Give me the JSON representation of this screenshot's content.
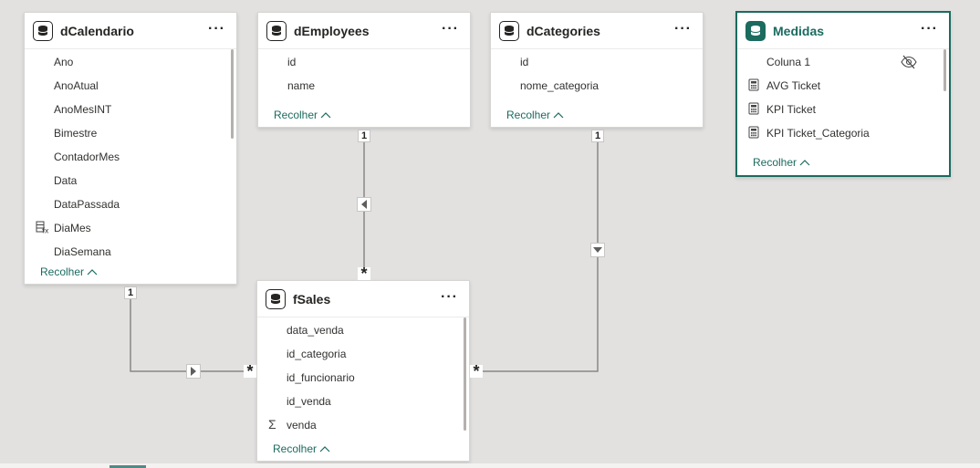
{
  "tables": {
    "dCalendario": {
      "title": "dCalendario",
      "more": "···",
      "fields": [
        "Ano",
        "AnoAtual",
        "AnoMesINT",
        "Bimestre",
        "ContadorMes",
        "Data",
        "DataPassada",
        "DiaMes",
        "DiaSemana"
      ],
      "collapse": "Recolher"
    },
    "dEmployees": {
      "title": "dEmployees",
      "more": "···",
      "fields": [
        "id",
        "name"
      ],
      "collapse": "Recolher"
    },
    "dCategories": {
      "title": "dCategories",
      "more": "···",
      "fields": [
        "id",
        "nome_categoria"
      ],
      "collapse": "Recolher"
    },
    "Medidas": {
      "title": "Medidas",
      "more": "···",
      "fields": [
        "Coluna 1",
        "AVG Ticket",
        "KPI Ticket",
        "KPI Ticket_Categoria"
      ],
      "collapse": "Recolher"
    },
    "fSales": {
      "title": "fSales",
      "more": "···",
      "fields": [
        "data_venda",
        "id_categoria",
        "id_funcionario",
        "id_venda",
        "venda"
      ],
      "collapse": "Recolher"
    }
  },
  "relationships": {
    "one": "1",
    "many": "*"
  },
  "icons": {
    "table": "database-icon",
    "measure": "calculator-icon",
    "calculated_column": "calculated-column-icon",
    "sum": "sigma-icon",
    "hidden": "eye-hidden-icon",
    "chevron": "chevron-up-icon"
  },
  "colors": {
    "accent": "#1b6b5f",
    "background": "#e2e1e0"
  }
}
